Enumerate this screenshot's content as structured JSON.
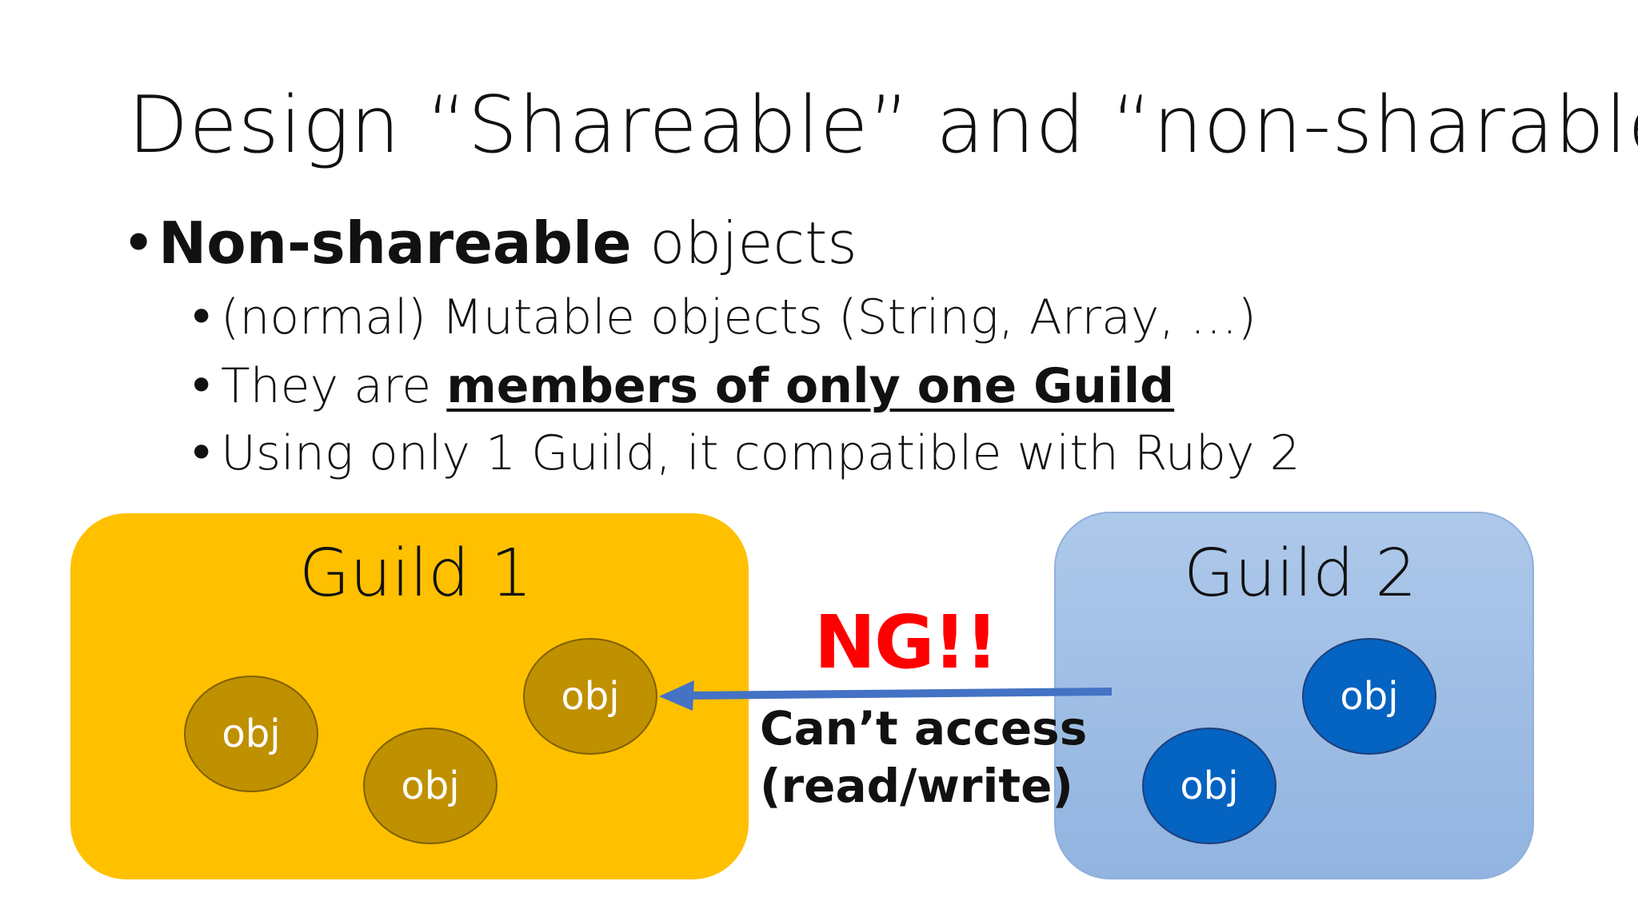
{
  "title": "Design “Shareable” and “non-sharable”",
  "bullets": {
    "main": {
      "bold": "Non-shareable",
      "rest": " objects"
    },
    "sub": [
      "(normal) Mutable objects (String, Array, …)",
      {
        "prefix": "They are ",
        "emphasis": "members of only one Guild"
      },
      "Using only 1 Guild, it compatible with Ruby 2"
    ]
  },
  "diagram": {
    "guild1": {
      "label": "Guild 1",
      "objects": [
        "obj",
        "obj",
        "obj"
      ],
      "color": "#ffc000",
      "object_color": "#bf9000"
    },
    "guild2": {
      "label": "Guild 2",
      "objects": [
        "obj",
        "obj"
      ],
      "color": "#a9c4e8",
      "object_color": "#0563c1"
    },
    "arrow": {
      "status": "NG!!",
      "status_color": "#ff0000",
      "caption_line1": "Can’t access",
      "caption_line2": "(read/write)",
      "color": "#4472c4"
    }
  }
}
